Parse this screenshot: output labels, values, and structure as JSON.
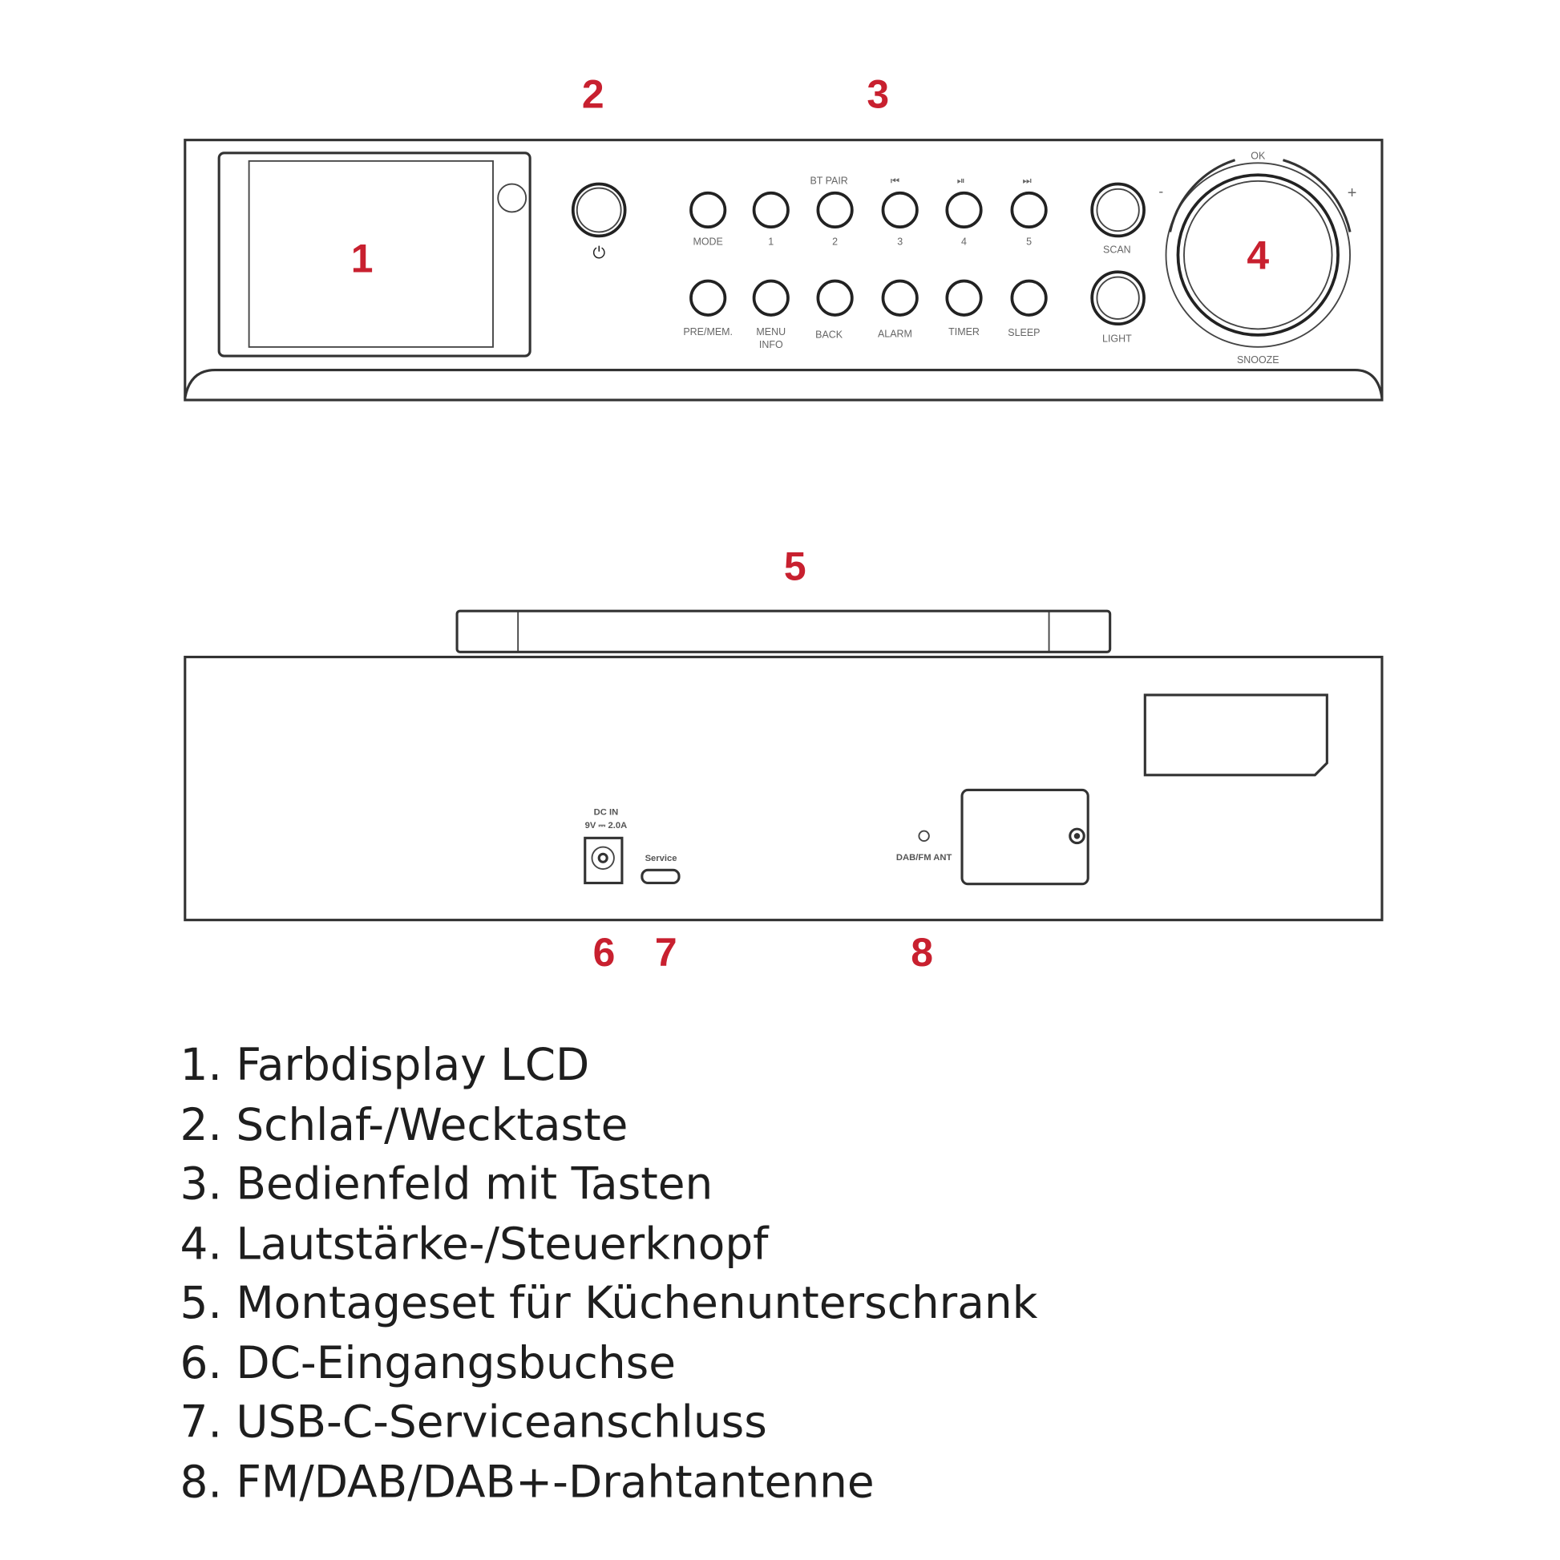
{
  "callouts": {
    "c1": "1",
    "c2": "2",
    "c3": "3",
    "c4": "4",
    "c5": "5",
    "c6": "6",
    "c7": "7",
    "c8": "8"
  },
  "front": {
    "top_labels": [
      "BT PAIR",
      "⏮",
      "⏯",
      "⏭"
    ],
    "row1_labels": [
      "MODE",
      "1",
      "2",
      "3",
      "4",
      "5"
    ],
    "row2_labels": [
      "PRE/MEM.",
      "MENU",
      "INFO",
      "BACK",
      "ALARM",
      "TIMER",
      "SLEEP"
    ],
    "scan": "SCAN",
    "light": "LIGHT",
    "ok": "OK",
    "minus": "-",
    "plus": "+",
    "snooze": "SNOOZE",
    "power_icon": "⏻"
  },
  "back": {
    "dc_in": "DC IN",
    "dc_rating": "9V ⎓ 2.0A",
    "service": "Service",
    "antenna": "DAB/FM ANT"
  },
  "legend": [
    "1. Farbdisplay LCD",
    "2. Schlaf-/Wecktaste",
    "3. Bedienfeld mit Tasten",
    "4. Lautstärke-/Steuerknopf",
    "5. Montageset für Küchenunterschrank",
    "6. DC-Eingangsbuchse",
    "7. USB-C-Serviceanschluss",
    "8. FM/DAB/DAB+-Drahtantenne"
  ],
  "colors": {
    "callout": "#c8202f",
    "line": "#333333"
  }
}
